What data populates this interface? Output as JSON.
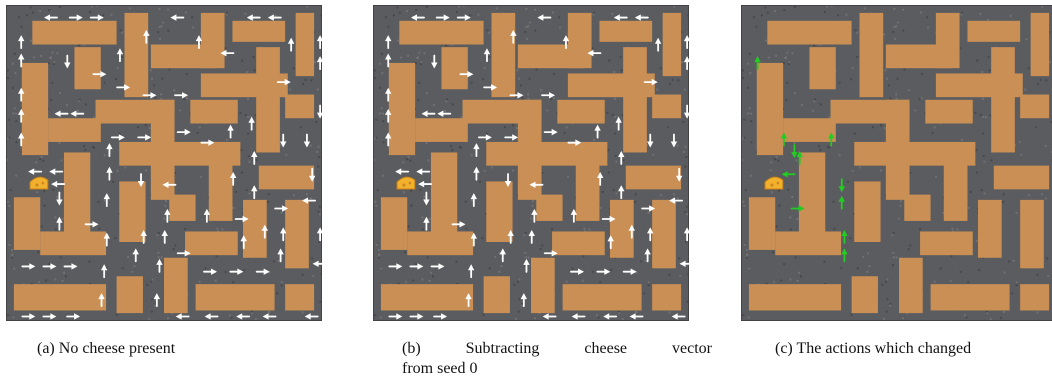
{
  "figure": {
    "panels": [
      {
        "id": "a",
        "caption": "(a) No cheese present",
        "has_action_arrows": true,
        "arrow_color": "#ffffff"
      },
      {
        "id": "b",
        "caption_line1": "(b) Subtracting cheese vector",
        "caption_line2": "from seed 0",
        "has_action_arrows": true,
        "arrow_color": "#ffffff"
      },
      {
        "id": "c",
        "caption": "(c) The actions which changed",
        "has_action_arrows": false,
        "changed_action_color": "#22cc22"
      }
    ],
    "colors": {
      "wall": "#5b5c5f",
      "wall_dark": "#3f4043",
      "path": "#c98f55",
      "path_light": "#d7a06a",
      "cheese": "#f2b02d",
      "arrow": "#ffffff",
      "changed_arrow": "#22cc22"
    },
    "icons": {
      "cheese": "cheese-icon",
      "arrow": "arrow-icon"
    }
  }
}
